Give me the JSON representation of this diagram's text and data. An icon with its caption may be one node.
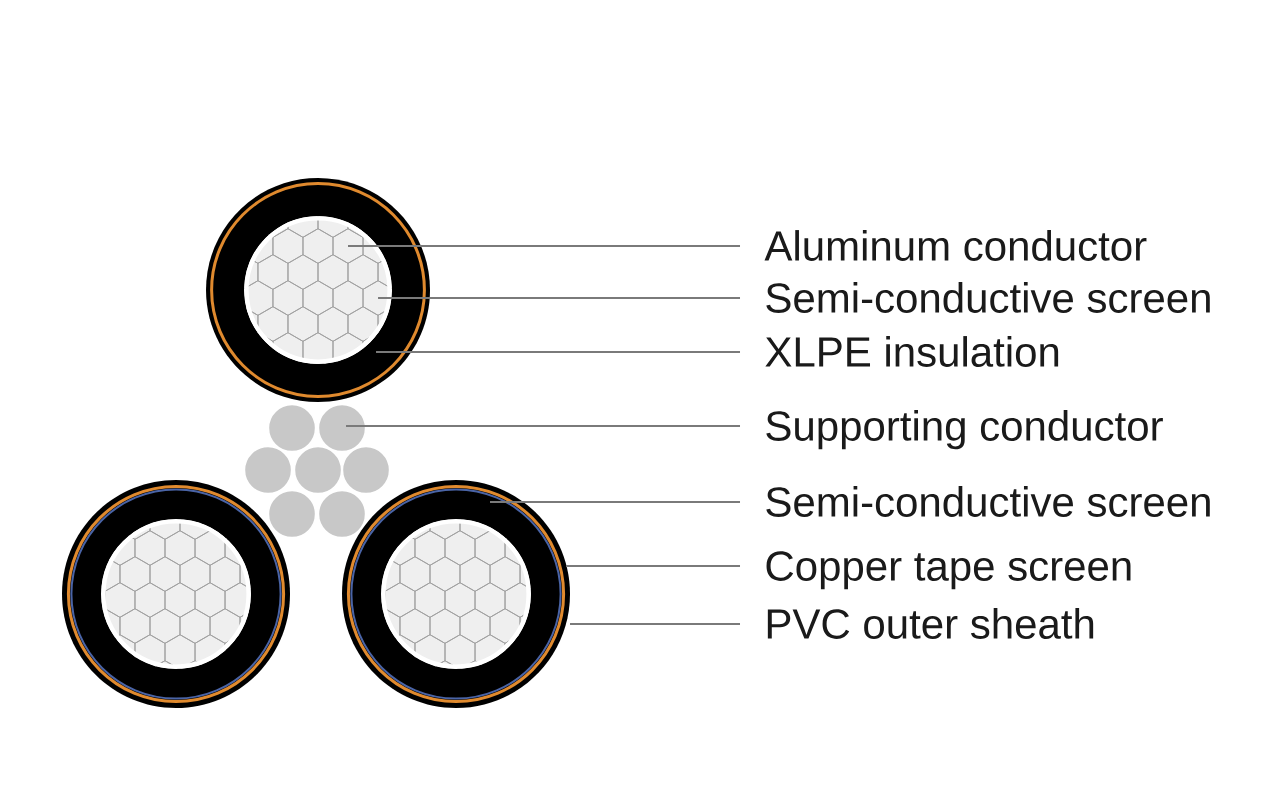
{
  "diagram": {
    "nodes": [
      {
        "text": [
          "Aluminum conductor"
        ]
      },
      {
        "text": [
          "Semi-conductive screen"
        ]
      },
      {
        "text": [
          "XLPE insulation"
        ]
      },
      {
        "text": [
          "Supporting conductor"
        ]
      },
      {
        "text": [
          "Semi-conductive screen"
        ]
      },
      {
        "text": [
          "Copper tape screen"
        ]
      },
      {
        "text": [
          "PVC outer sheath"
        ]
      }
    ],
    "edges": [
      {
        "from": 0,
        "to": null,
        "arrow": "none"
      },
      {
        "from": 1,
        "to": null,
        "arrow": "none"
      },
      {
        "from": 2,
        "to": null,
        "arrow": "none"
      },
      {
        "from": 3,
        "to": null,
        "arrow": "none"
      },
      {
        "from": 4,
        "to": null,
        "arrow": "none"
      },
      {
        "from": 5,
        "to": null,
        "arrow": "none"
      },
      {
        "from": 6,
        "to": null,
        "arrow": "none"
      }
    ]
  }
}
